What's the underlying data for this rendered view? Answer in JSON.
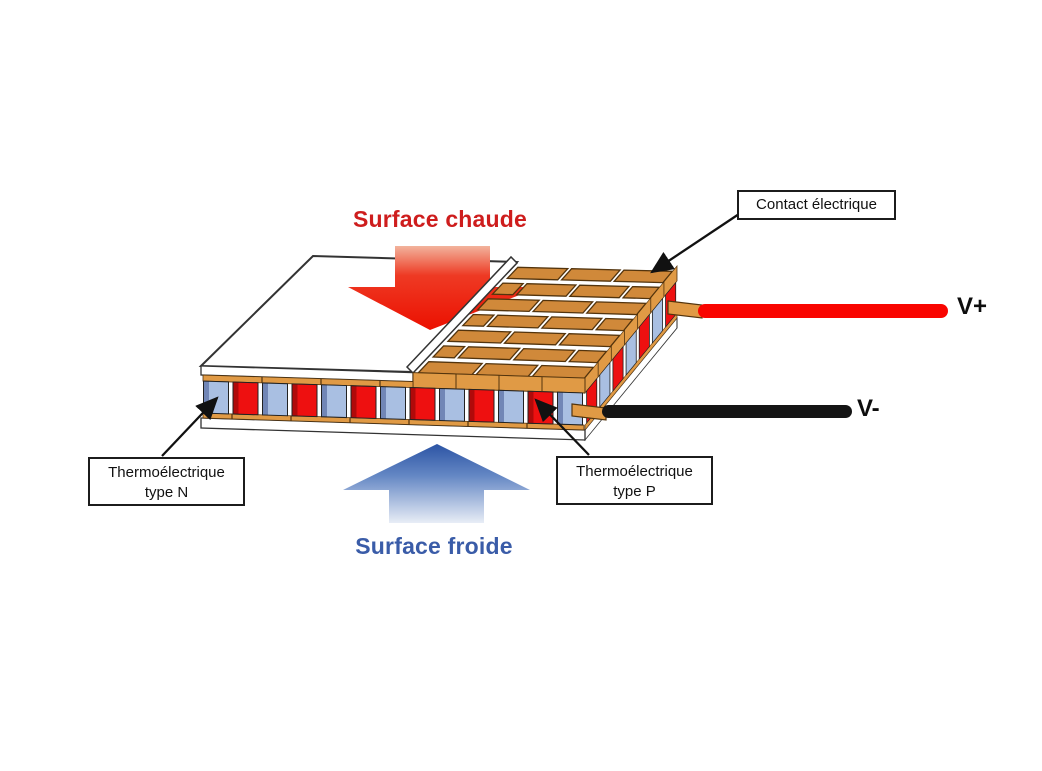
{
  "diagram": {
    "title_hot": "Surface chaude",
    "title_cold": "Surface froide",
    "terminal_positive": "V+",
    "terminal_negative": "V-",
    "labels": {
      "contact": "Contact électrique",
      "type_n_line1": "Thermoélectrique",
      "type_n_line2": "type N",
      "type_p_line1": "Thermoélectrique",
      "type_p_line2": "type P"
    },
    "colors": {
      "hot_text": "#ce1d1d",
      "cold_text": "#3a5ca8",
      "arrow_hot_top": "#f2b39c",
      "arrow_hot_mid": "#ee3a24",
      "arrow_hot_bottom": "#ec1000",
      "arrow_cold_top": "#2c54a4",
      "arrow_cold_mid": "#6487c4",
      "arrow_cold_bottom": "#e8edf6",
      "wire_positive": "#f90500",
      "wire_negative": "#141414",
      "copper_pad": "#d0893a",
      "copper_strip": "#e09a45",
      "copper_outline": "#53340d",
      "pillar_n": "#a9bfe2",
      "pillar_n_dark": "#7186b6",
      "pillar_p": "#ee1010",
      "pillar_p_dark": "#b00a0a",
      "ceramic": "#ffffff",
      "outline": "#333333",
      "leader": "#111111"
    },
    "module": {
      "front_pillars": 13,
      "right_pillars": 7,
      "grid_rows": 7,
      "grid_cols": 3
    }
  }
}
